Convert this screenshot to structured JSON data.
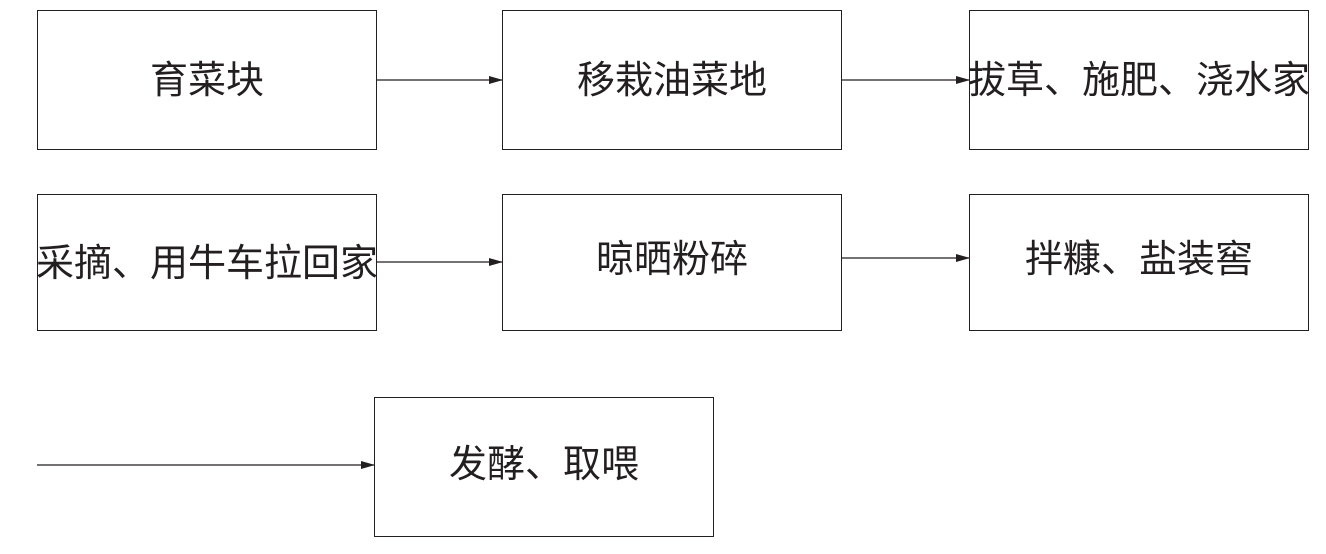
{
  "flowchart": {
    "steps": [
      "育菜块",
      "移栽油菜地",
      "拔草、施肥、浇水家",
      "采摘、用牛车拉回家",
      "晾晒粉碎",
      "拌糠、盐装窖",
      "发酵、取喂"
    ]
  }
}
